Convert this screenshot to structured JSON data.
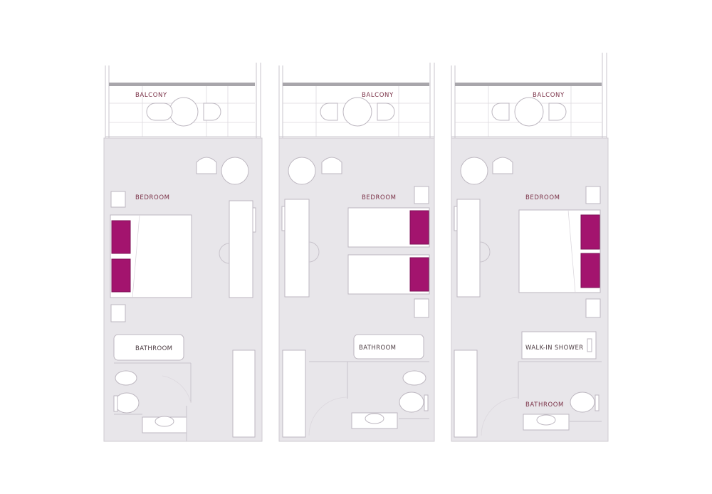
{
  "plans": [
    {
      "id": "king",
      "labels": {
        "balcony": "BALCONY",
        "bedroom": "BEDROOM",
        "bathroom": "BATHROOM"
      }
    },
    {
      "id": "twin",
      "labels": {
        "balcony": "BALCONY",
        "bedroom": "BEDROOM",
        "bathroom": "BATHROOM"
      }
    },
    {
      "id": "king-walkin",
      "labels": {
        "balcony": "BALCONY",
        "bedroom": "BEDROOM",
        "shower": "WALK-IN SHOWER",
        "bathroom": "BATHROOM"
      }
    }
  ],
  "colors": {
    "floor": "#e8e6ea",
    "pillow": "#a3146e",
    "label": "#7a3147"
  }
}
